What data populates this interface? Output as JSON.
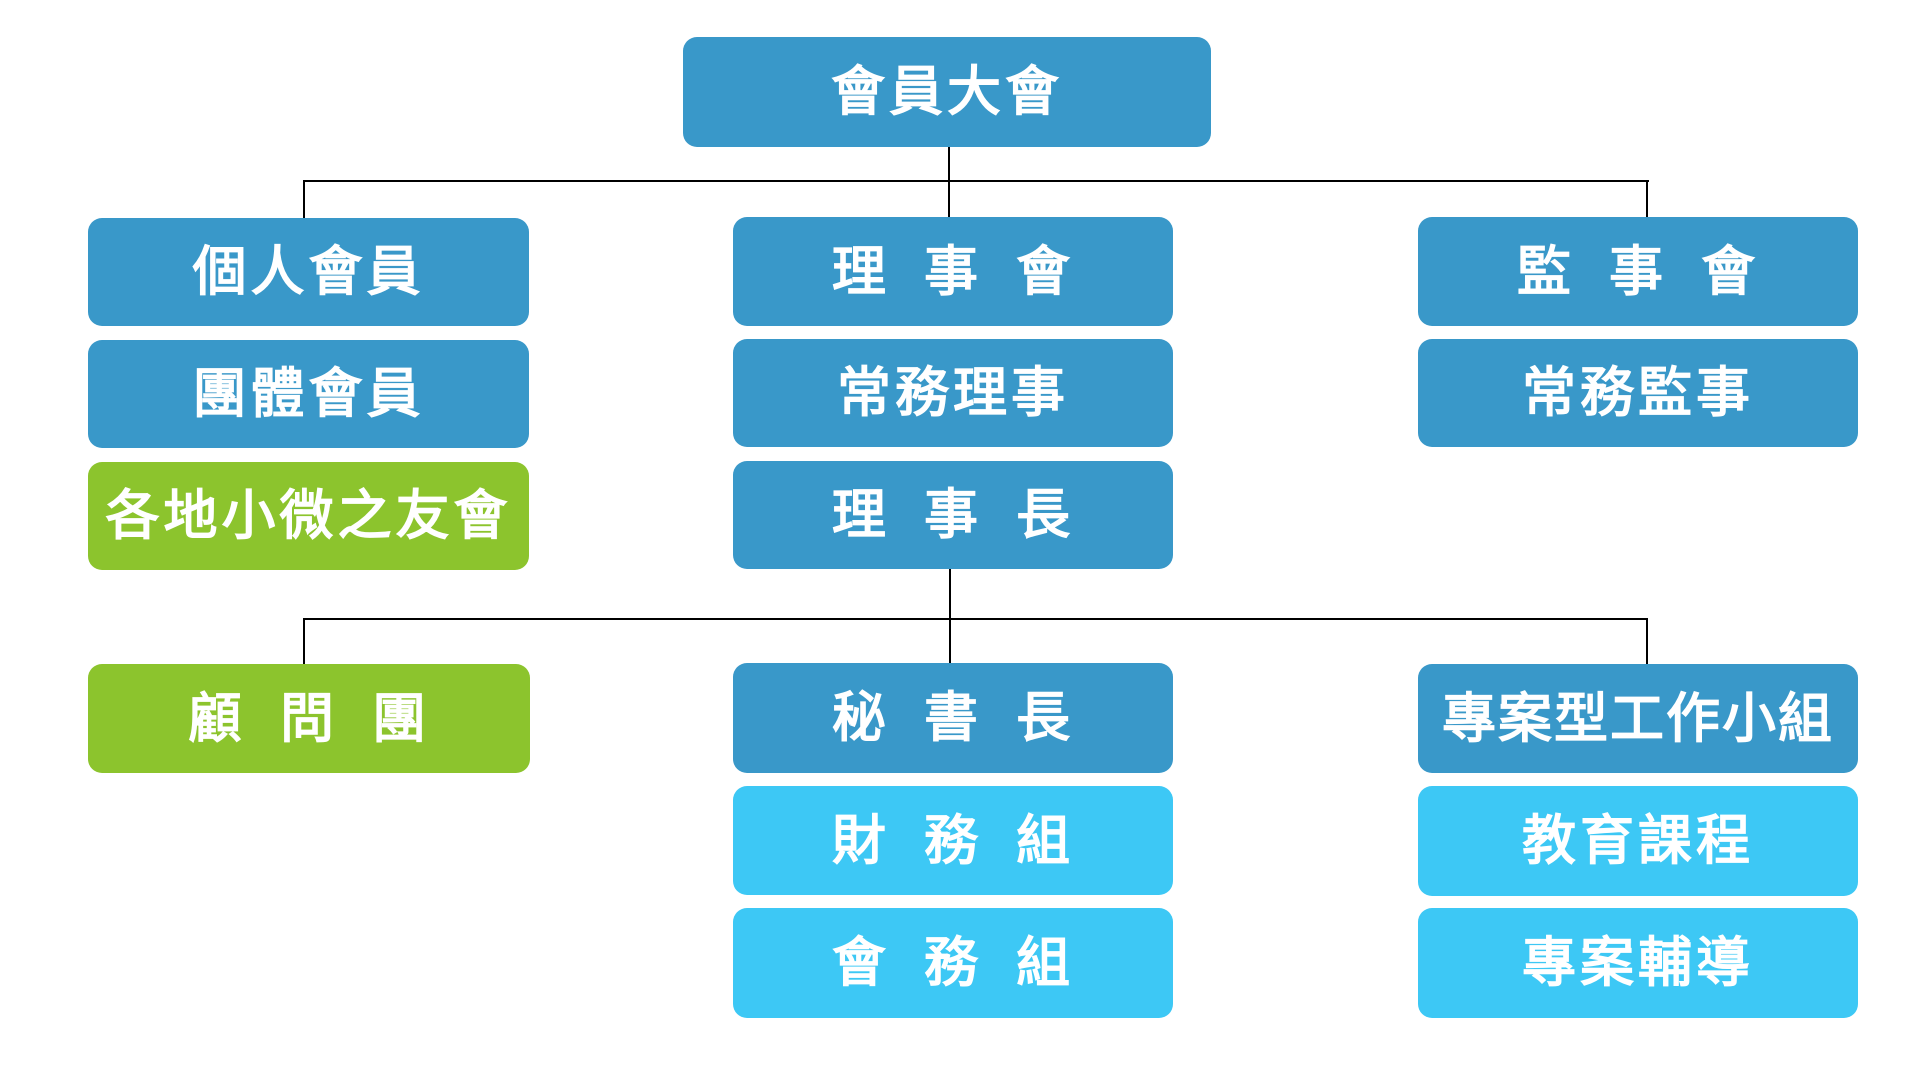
{
  "diagram": {
    "type": "org-chart",
    "background_color": "#ffffff",
    "connector_color": "#000000",
    "node_text_color": "#ffffff",
    "styles": {
      "primary_blue": "#3998C9",
      "lime_green": "#8CC42D",
      "light_cyan": "#3DC8F5"
    },
    "nodes": {
      "assembly": {
        "label": "會員大會",
        "style": "blue"
      },
      "individual_members": {
        "label": "個人會員",
        "style": "blue"
      },
      "group_members": {
        "label": "團體會員",
        "style": "blue"
      },
      "local_friends_clubs": {
        "label": "各地小微之友會",
        "style": "green"
      },
      "board_of_directors": {
        "label": "理 事 會",
        "style": "blue"
      },
      "executive_directors": {
        "label": "常務理事",
        "style": "blue"
      },
      "chairman": {
        "label": "理 事 長",
        "style": "blue"
      },
      "board_of_supervisors": {
        "label": "監 事 會",
        "style": "blue"
      },
      "executive_supervisors": {
        "label": "常務監事",
        "style": "blue"
      },
      "advisory_group": {
        "label": "顧 問 團",
        "style": "green"
      },
      "secretary_general": {
        "label": "秘 書 長",
        "style": "blue"
      },
      "finance_section": {
        "label": "財 務 組",
        "style": "cyan"
      },
      "affairs_section": {
        "label": "會 務 組",
        "style": "cyan"
      },
      "project_task_force": {
        "label": "專案型工作小組",
        "style": "blue"
      },
      "education_courses": {
        "label": "教育課程",
        "style": "cyan"
      },
      "project_coaching": {
        "label": "專案輔導",
        "style": "cyan"
      }
    },
    "hierarchy": [
      {
        "parent": "會員大會",
        "children": [
          "個人會員",
          "理 事 會",
          "監 事 會"
        ]
      },
      {
        "parent": "理 事 長",
        "children": [
          "顧 問 團",
          "秘 書 長",
          "專案型工作小組"
        ]
      }
    ]
  }
}
